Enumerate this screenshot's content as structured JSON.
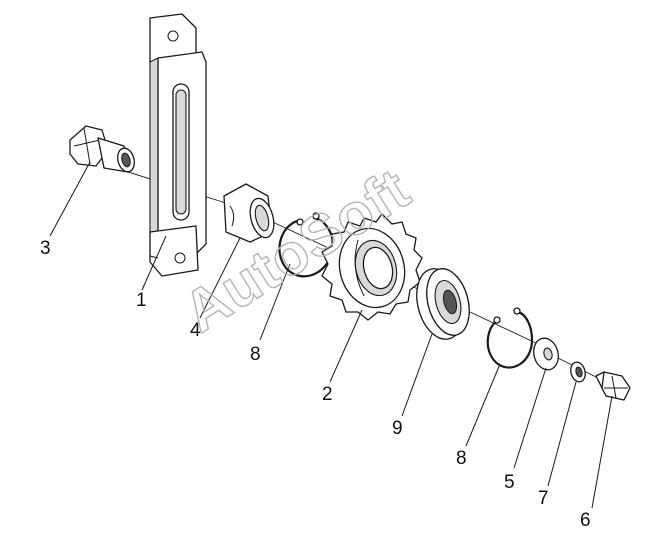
{
  "watermark": "AutoSoft",
  "callouts": {
    "c1": "1",
    "c2": "2",
    "c3": "3",
    "c4": "4",
    "c5": "5",
    "c6": "6",
    "c7": "7",
    "c8a": "8",
    "c8b": "8",
    "c9": "9"
  },
  "colors": {
    "line": "#1a1a1a",
    "watermark": "#b5b5b5",
    "background": "#ffffff"
  }
}
